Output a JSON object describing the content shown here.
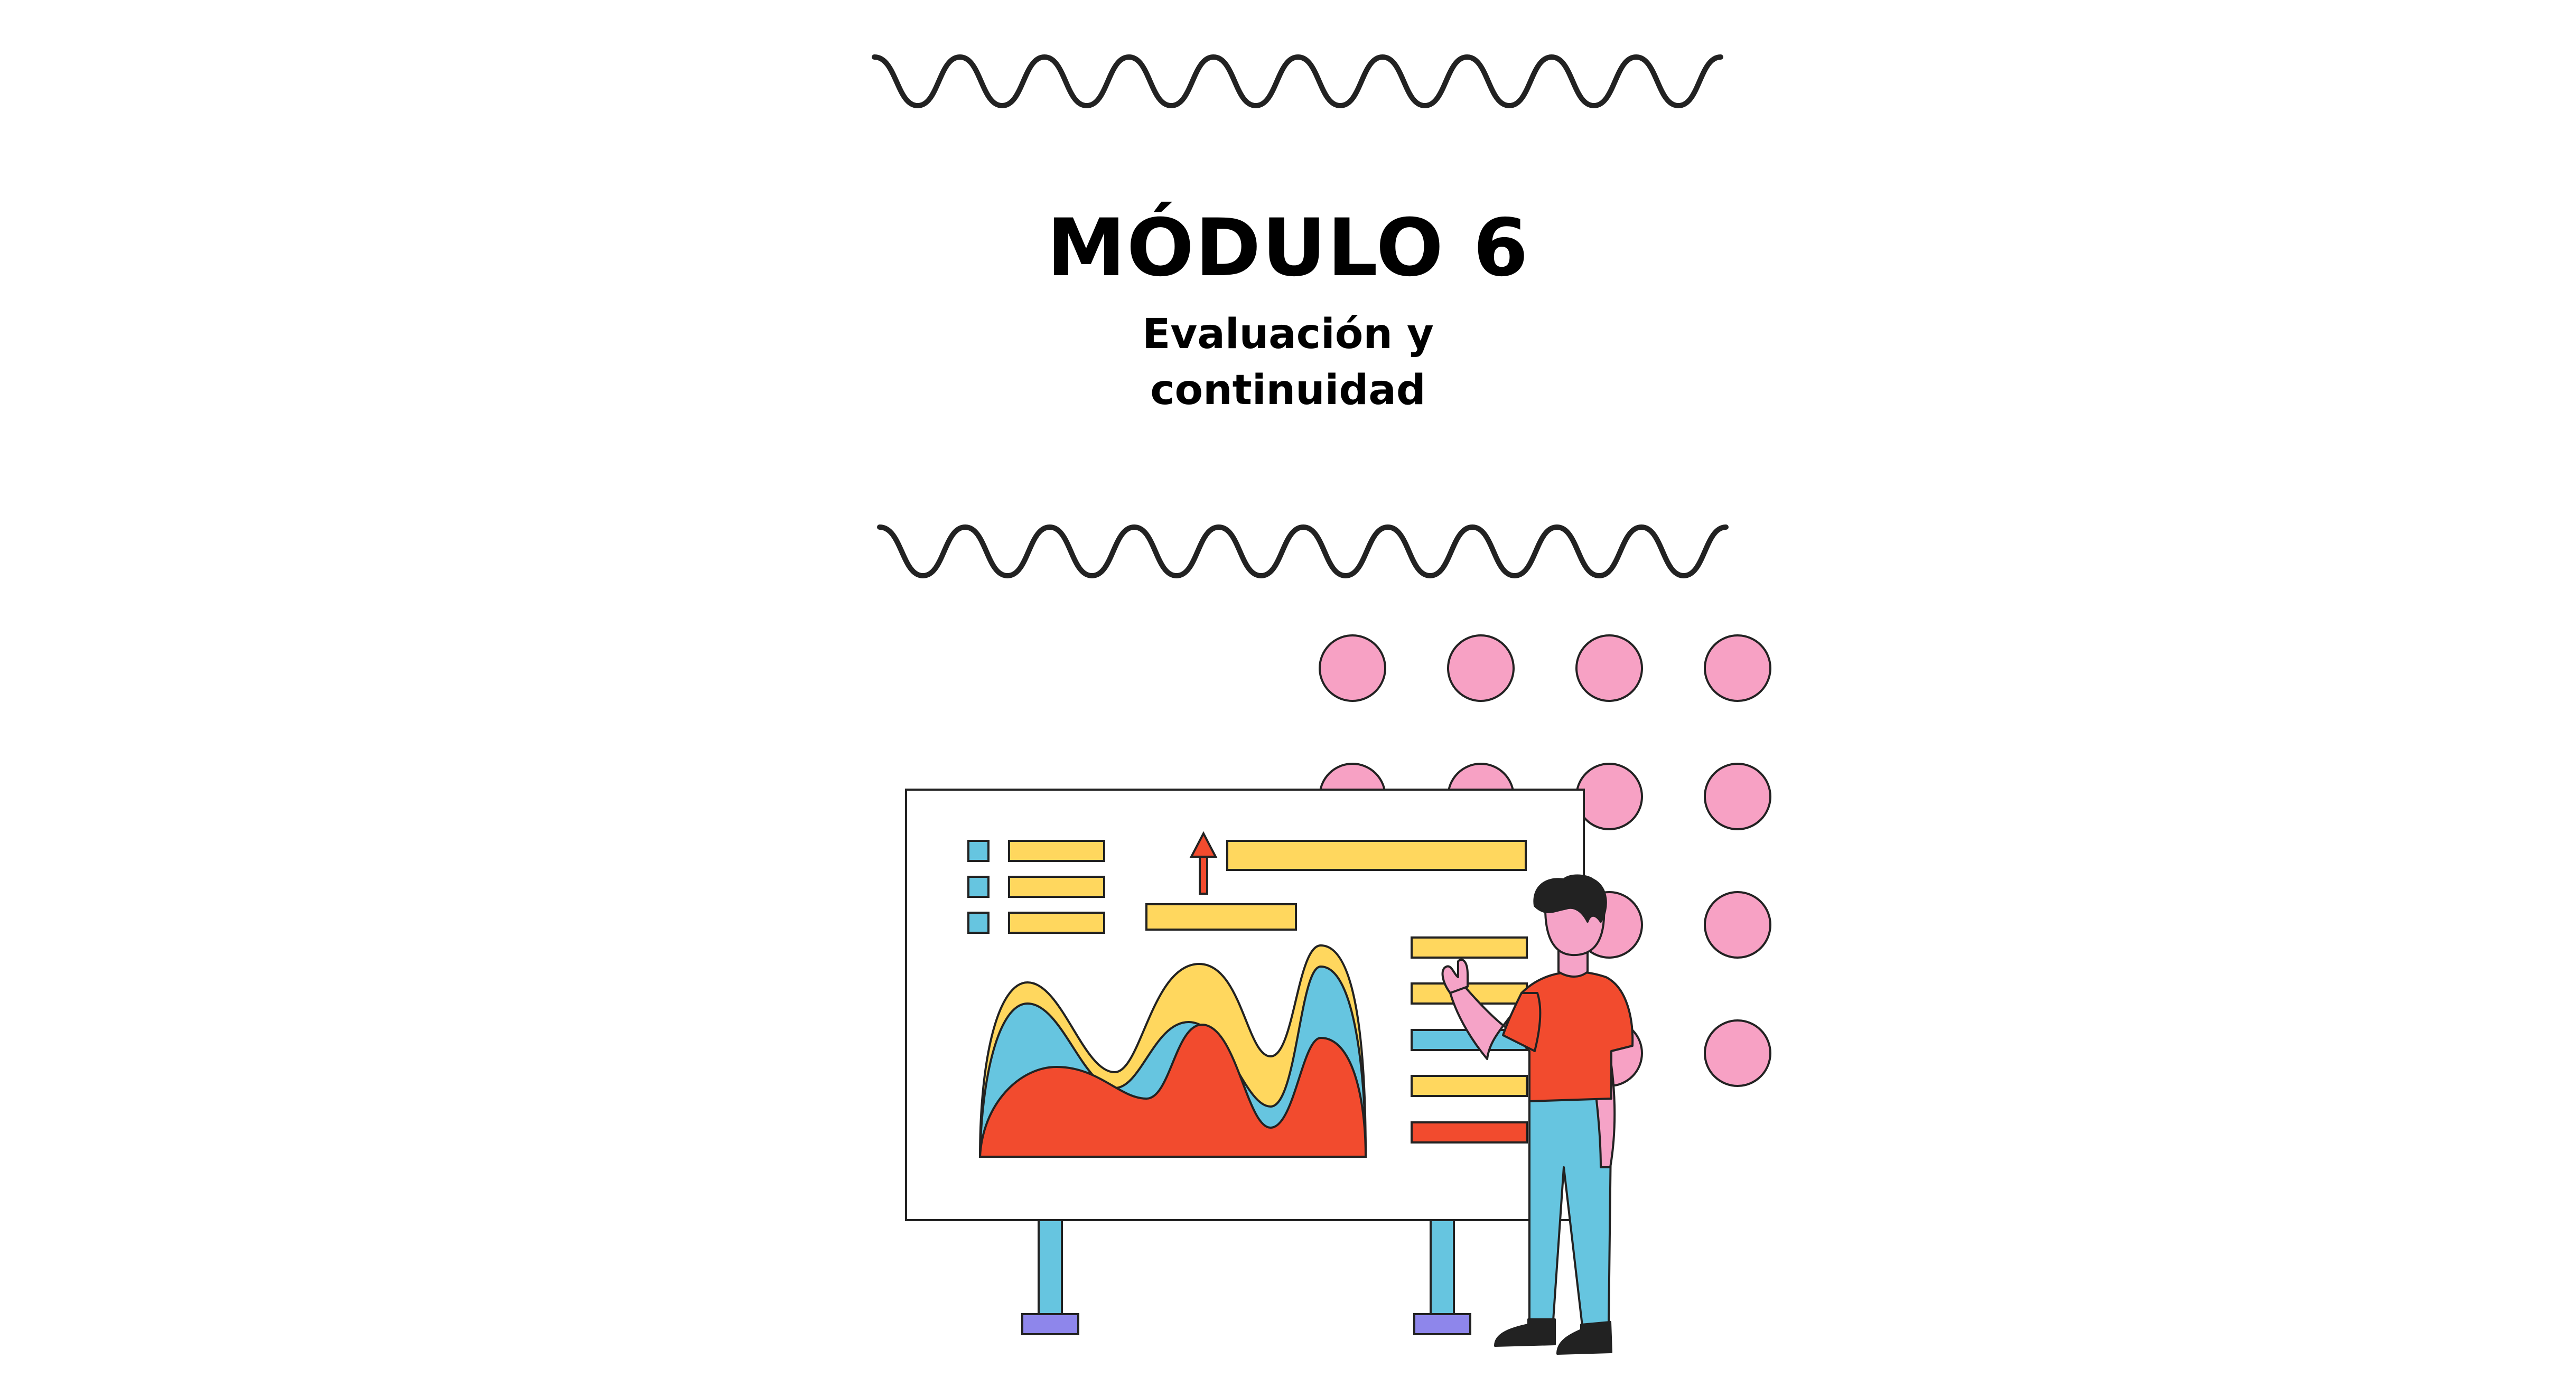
{
  "header": {
    "title": "MÓDULO 6",
    "subtitle_line1": "Evaluación y",
    "subtitle_line2": "continuidad"
  },
  "colors": {
    "ink": "#222222",
    "yellow": "#FFD75E",
    "blue": "#66C5E0",
    "red": "#F24B2E",
    "pink": "#F7A1C4",
    "purple": "#8E86EB",
    "skin": "#F5A3C7",
    "board": "#FFFFFF"
  },
  "icons": {
    "wave": "wave-divider-icon",
    "arrow": "up-arrow-icon",
    "presenter": "presenter-person-icon",
    "dots": "pink-dot-pattern-icon"
  }
}
